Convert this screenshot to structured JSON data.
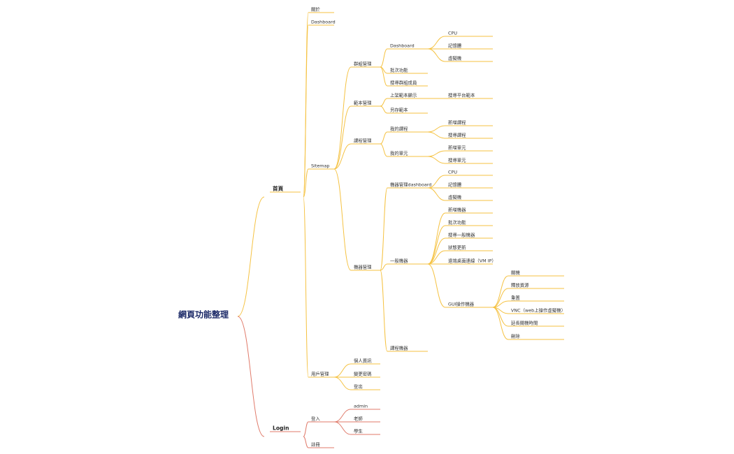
{
  "root": "網頁功能整理",
  "colors": {
    "home_branch": "#f5c242",
    "login_branch": "#e07a6a",
    "root_text": "#1c2a68"
  },
  "home": {
    "label": "首頁",
    "about": "關於",
    "dashboard": "Dashboard",
    "sitemap": {
      "label": "Sitemap",
      "group": {
        "label": "群組管理",
        "dashboard": {
          "label": "Dashboard",
          "items": [
            "CPU",
            "記憶體",
            "虛擬機"
          ]
        },
        "batch": "批次功能",
        "search_members": "搜尋群組成員"
      },
      "template": {
        "label": "範本管理",
        "listed": "上架範本顯示",
        "search_platform": "搜尋平台範本",
        "save_as": "另存範本"
      },
      "course": {
        "label": "課程管理",
        "my_courses": {
          "label": "我的課程",
          "items": [
            "新增課程",
            "搜尋課程"
          ]
        },
        "my_units": {
          "label": "我的單元",
          "items": [
            "新增單元",
            "搜尋單元"
          ]
        }
      },
      "machine": {
        "label": "機器管理",
        "dashboard": {
          "label": "機器管理dashboard",
          "items": [
            "CPU",
            "記憶體",
            "虛擬機"
          ]
        },
        "general": {
          "label": "一般機器",
          "items": [
            "新增機器",
            "批次功能",
            "搜尋一般機器",
            "狀態更新",
            "遠端桌面連線（VM IP）"
          ],
          "gui": {
            "label": "GUI操作機器",
            "items": [
              "關機",
              "釋放資源",
              "重置",
              "VNC（web上操作虛擬機）",
              "延長關機時間",
              "刪除"
            ]
          }
        },
        "course_machine": "課程機器"
      }
    },
    "user_mgmt": {
      "label": "用戶管理",
      "items": [
        "個人資訊",
        "變更密碼",
        "登出"
      ]
    }
  },
  "login": {
    "label": "Login",
    "signin": {
      "label": "登入",
      "items": [
        "admin",
        "老師",
        "學生"
      ]
    },
    "register": "註冊"
  }
}
